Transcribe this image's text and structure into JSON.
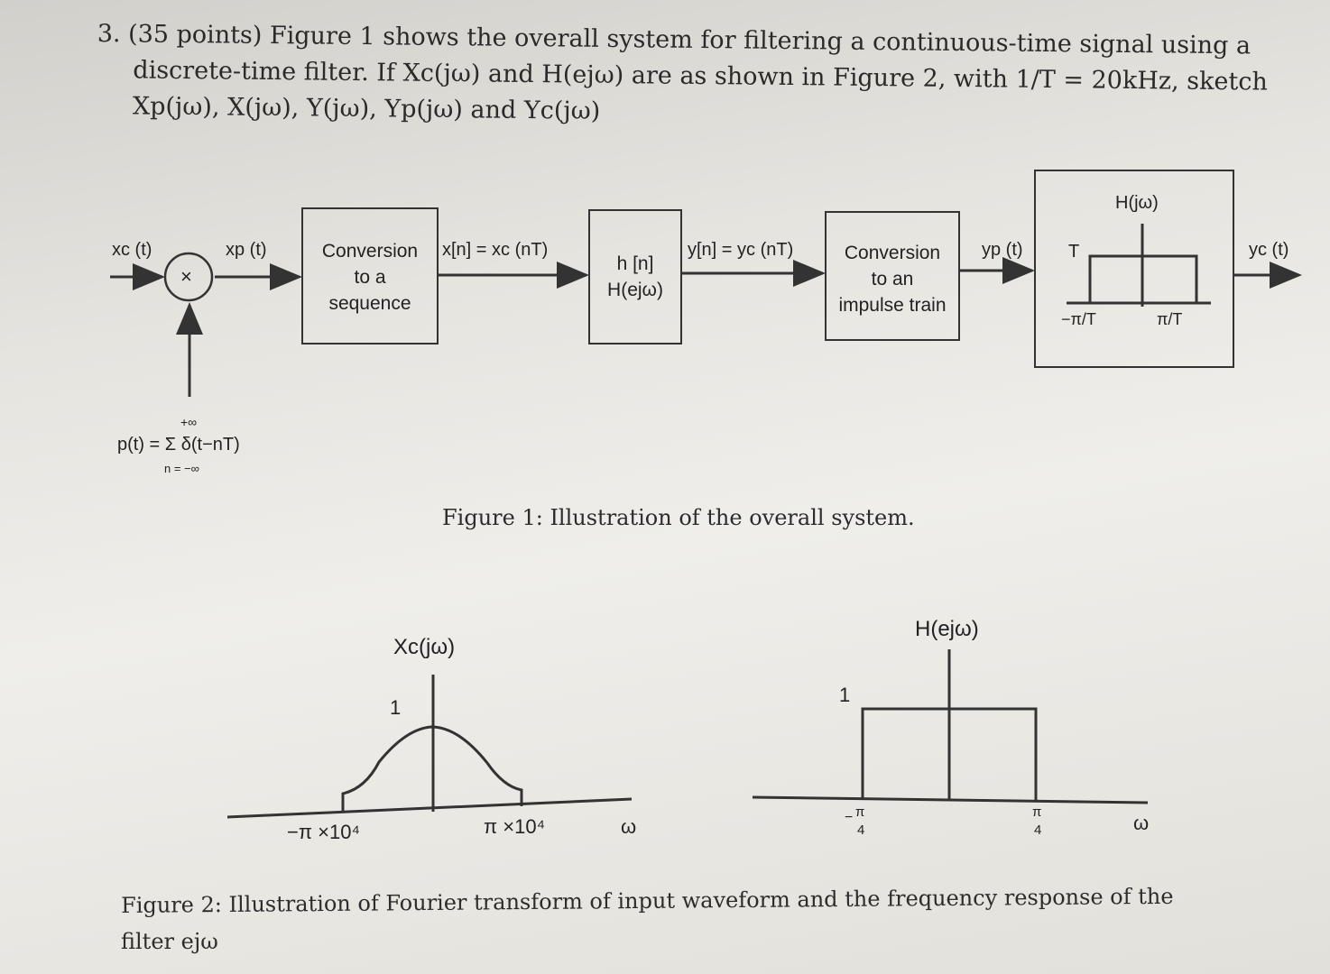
{
  "problem": {
    "line1": "3. (35 points) Figure 1 shows the overall system for filtering a continuous-time signal using a",
    "line2": "discrete-time filter. If Xc(jω) and H(ejω) are as shown in Figure 2, with 1/T = 20kHz, sketch",
    "line3": "Xp(jω), X(jω), Y(jω), Yp(jω) and Yc(jω)"
  },
  "figure1": {
    "labels": {
      "xc": "xc (t)",
      "xp": "xp (t)",
      "multiplier": "×",
      "sum_top": "+∞",
      "pt": "p(t) = Σ δ(t−nT)",
      "sum_bottom": "n = −∞",
      "xn": "x[n] = xc (nT)",
      "yn": "y[n] = yc (nT)",
      "yp": "yp (t)",
      "yc": "yc (t)"
    },
    "blocks": {
      "c2s_line1": "Conversion",
      "c2s_line2": "to a",
      "c2s_line3": "sequence",
      "filter_line1": "h [n]",
      "filter_line2": "H(ejω)",
      "s2i_line1": "Conversion",
      "s2i_line2": "to an",
      "s2i_line3": "impulse train"
    },
    "recon": {
      "title": "H(jω)",
      "gain": "T",
      "left_tick": "−π/T",
      "right_tick": "π/T"
    },
    "caption": "Figure 1: Illustration of the overall system."
  },
  "figure2": {
    "xc_plot": {
      "title": "Xc(jω)",
      "peak": "1",
      "left_tick": "−π ×10⁴",
      "right_tick": "π ×10⁴",
      "axis": "ω"
    },
    "h_plot": {
      "title": "H(ejω)",
      "gain": "1",
      "left_tick_num": "π",
      "left_tick_sign": "−",
      "left_tick_den": "4",
      "right_tick_num": "π",
      "right_tick_den": "4",
      "axis": "ω"
    },
    "caption_line1": "Figure 2: Illustration of Fourier transform of input waveform and the frequency response of the",
    "caption_line2": "filter ejω"
  }
}
